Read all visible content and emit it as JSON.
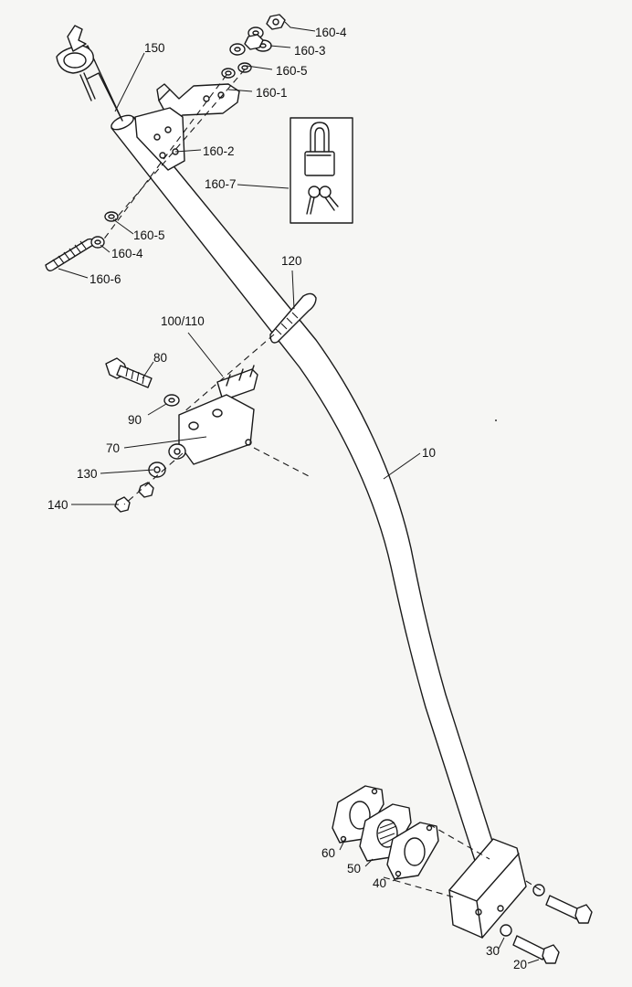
{
  "diagram": {
    "labels": {
      "p160_4_top": "160-4",
      "p160_3": "160-3",
      "p160_5_top": "160-5",
      "p160_1": "160-1",
      "p150": "150",
      "p160_2": "160-2",
      "p160_7": "160-7",
      "p160_5_low": "160-5",
      "p160_4_low": "160-4",
      "p160_6": "160-6",
      "p120": "120",
      "p100_110": "100/110",
      "p80": "80",
      "p90": "90",
      "p70": "70",
      "p130": "130",
      "p140": "140",
      "p10": "10",
      "p60": "60",
      "p50": "50",
      "p40": "40",
      "p30": "30",
      "p20": "20"
    }
  }
}
